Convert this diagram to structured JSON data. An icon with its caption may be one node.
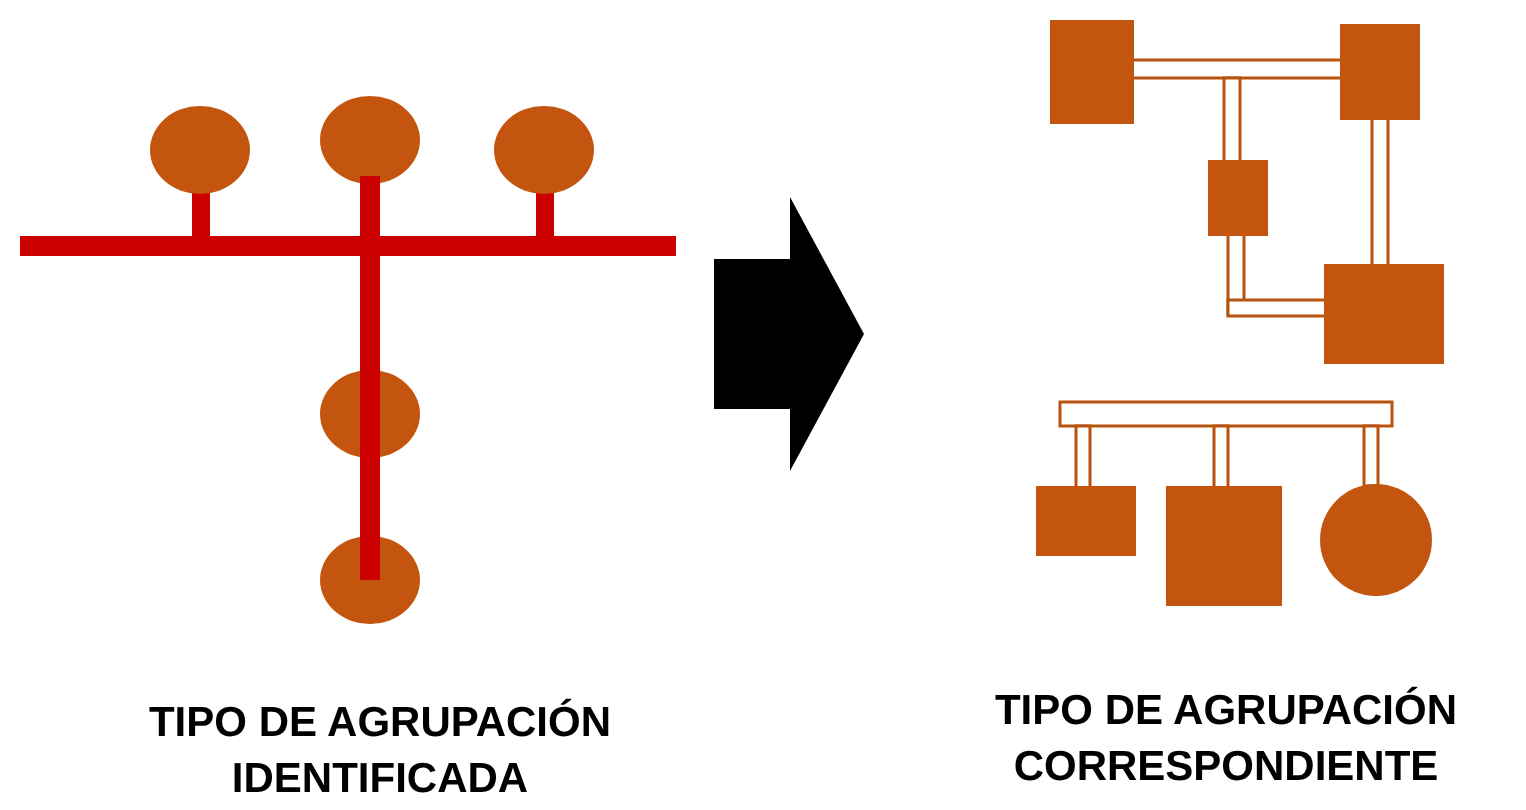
{
  "diagram": {
    "nodes": [
      {
        "text": [],
        "shape": "picture",
        "beside": [
          "TIPO DE AGRUPACIÓN IDENTIFICADA"
        ]
      },
      {
        "text": [],
        "shape": "picture",
        "beside": [
          "TIPO DE AGRUPACIÓN CORRESPONDIENTE"
        ]
      }
    ],
    "edges": [
      {
        "from": 0,
        "to": 1,
        "arrow": "to"
      }
    ]
  }
}
